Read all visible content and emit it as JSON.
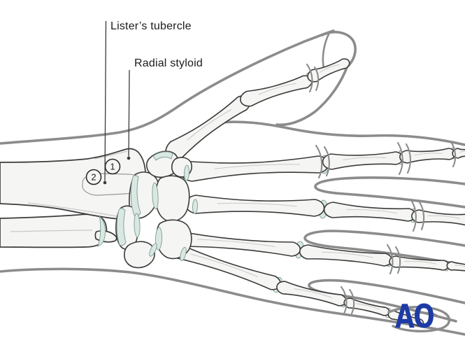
{
  "figure": {
    "labels": {
      "listers_tubercle": "Lister’s tubercle",
      "radial_styloid": "Radial styloid"
    },
    "markers": {
      "marker1": "1",
      "marker2": "2"
    },
    "logo": {
      "text": "AO"
    },
    "colors": {
      "background": "#ffffff",
      "bone_fill": "#f5f5f3",
      "bone_outline": "#3b3b3b",
      "cartilage_fill": "#d9e8e3",
      "cartilage_stroke": "#7d9a93",
      "skin_line": "#8c8c8c",
      "annotation_line": "#3a3a3a",
      "label_text": "#1b1b1b",
      "logo_blue": "#1d3ba6",
      "shading": "#c9c9c7"
    }
  }
}
